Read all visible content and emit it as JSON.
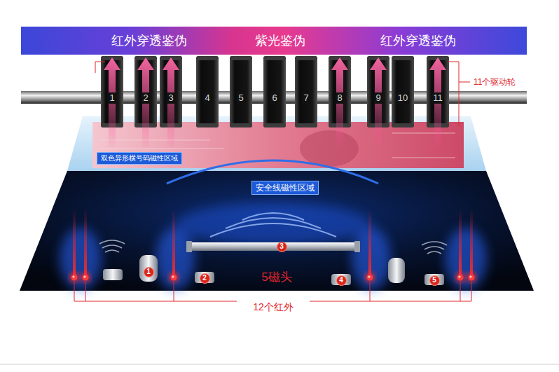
{
  "diagram": {
    "nodes": [
      {
        "text": [
          "红外穿透鉴伪",
          "紫光鉴伪",
          "红外穿透鉴伪"
        ]
      },
      {
        "text": [
          "1"
        ]
      },
      {
        "text": [
          "2"
        ]
      },
      {
        "text": [
          "3"
        ]
      },
      {
        "text": [
          "4"
        ]
      },
      {
        "text": [
          "5"
        ]
      },
      {
        "text": [
          "6"
        ]
      },
      {
        "text": [
          "7"
        ]
      },
      {
        "text": [
          "8"
        ]
      },
      {
        "text": [
          "9"
        ]
      },
      {
        "text": [
          "10"
        ]
      },
      {
        "text": [
          "11"
        ]
      },
      {
        "text": [
          "双色异形横号码磁性区域"
        ]
      },
      {
        "text": [
          "安全线磁性区域"
        ]
      },
      {
        "text": [
          "1"
        ]
      },
      {
        "text": [
          "2"
        ]
      },
      {
        "text": [
          "3"
        ]
      },
      {
        "text": [
          "4"
        ]
      },
      {
        "text": [
          "5"
        ]
      }
    ],
    "labels": [
      "11个驱动轮",
      "5磁头",
      "12个红外"
    ]
  }
}
